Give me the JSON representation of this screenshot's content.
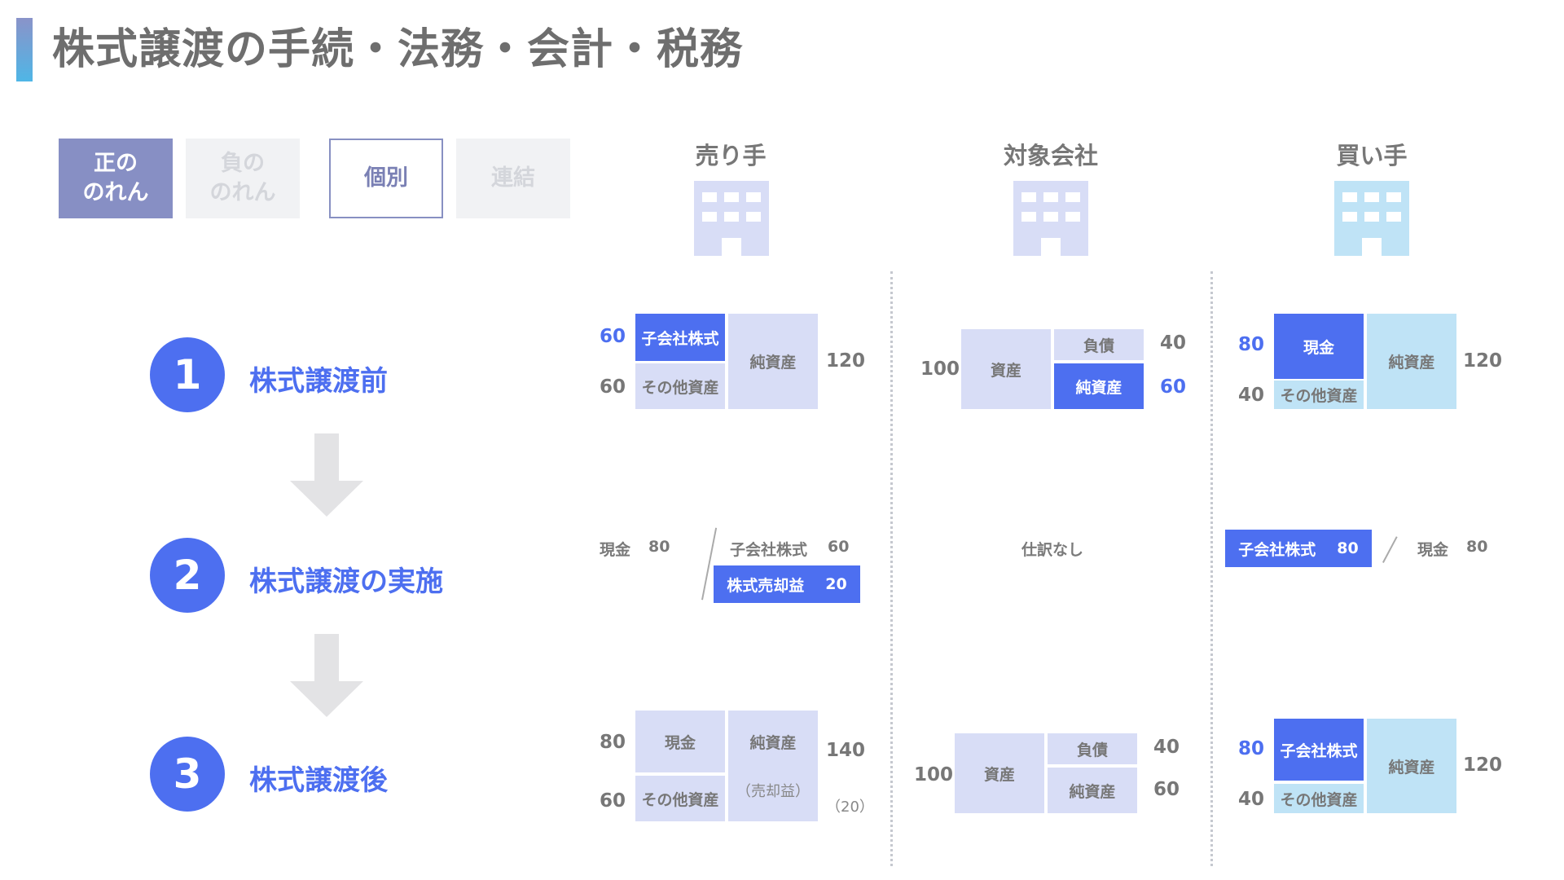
{
  "title": "株式譲渡の手続・法務・会計・税務",
  "toggles": {
    "positive": "正の\nのれん",
    "negative": "負の\nのれん",
    "individual": "個別",
    "consolidated": "連結"
  },
  "columns": {
    "seller": "売り手",
    "target": "対象会社",
    "buyer": "買い手"
  },
  "icons": {
    "building": "building-icon",
    "arrow": "arrow-down-icon"
  },
  "colors": {
    "accent": "#4d6ff0",
    "light": "#d8ddf6",
    "cyan": "#bfe3f6",
    "toggle_active": "#878fc4"
  },
  "steps": [
    {
      "num": "1",
      "label": "株式譲渡前"
    },
    {
      "num": "2",
      "label": "株式譲渡の実施"
    },
    {
      "num": "3",
      "label": "株式譲渡後"
    }
  ],
  "before": {
    "seller": {
      "subsidiary_stock": "子会社株式",
      "subsidiary_value": "60",
      "other_assets": "その他資産",
      "other_value": "60",
      "net_assets": "純資産",
      "net_value": "120"
    },
    "target": {
      "assets": "資産",
      "assets_value": "100",
      "liabilities": "負債",
      "liabilities_value": "40",
      "net_assets": "純資産",
      "net_value": "60"
    },
    "buyer": {
      "cash": "現金",
      "cash_value": "80",
      "other_assets": "その他資産",
      "other_value": "40",
      "net_assets": "純資産",
      "net_value": "120"
    }
  },
  "journal": {
    "seller": {
      "debit_label": "現金",
      "debit_value": "80",
      "credit1_label": "子会社株式",
      "credit1_value": "60",
      "credit2_label": "株式売却益",
      "credit2_value": "20"
    },
    "target": {
      "none": "仕訳なし"
    },
    "buyer": {
      "debit_label": "子会社株式",
      "debit_value": "80",
      "credit_label": "現金",
      "credit_value": "80"
    }
  },
  "after": {
    "seller": {
      "cash": "現金",
      "cash_value": "80",
      "other_assets": "その他資産",
      "other_value": "60",
      "net_assets": "純資産",
      "net_sub": "（売却益）",
      "net_value": "140",
      "net_sub_value": "（20）"
    },
    "target": {
      "assets": "資産",
      "assets_value": "100",
      "liabilities": "負債",
      "liabilities_value": "40",
      "net_assets": "純資産",
      "net_value": "60"
    },
    "buyer": {
      "subsidiary_stock": "子会社株式",
      "subsidiary_value": "80",
      "other_assets": "その他資産",
      "other_value": "40",
      "net_assets": "純資産",
      "net_value": "120"
    }
  }
}
